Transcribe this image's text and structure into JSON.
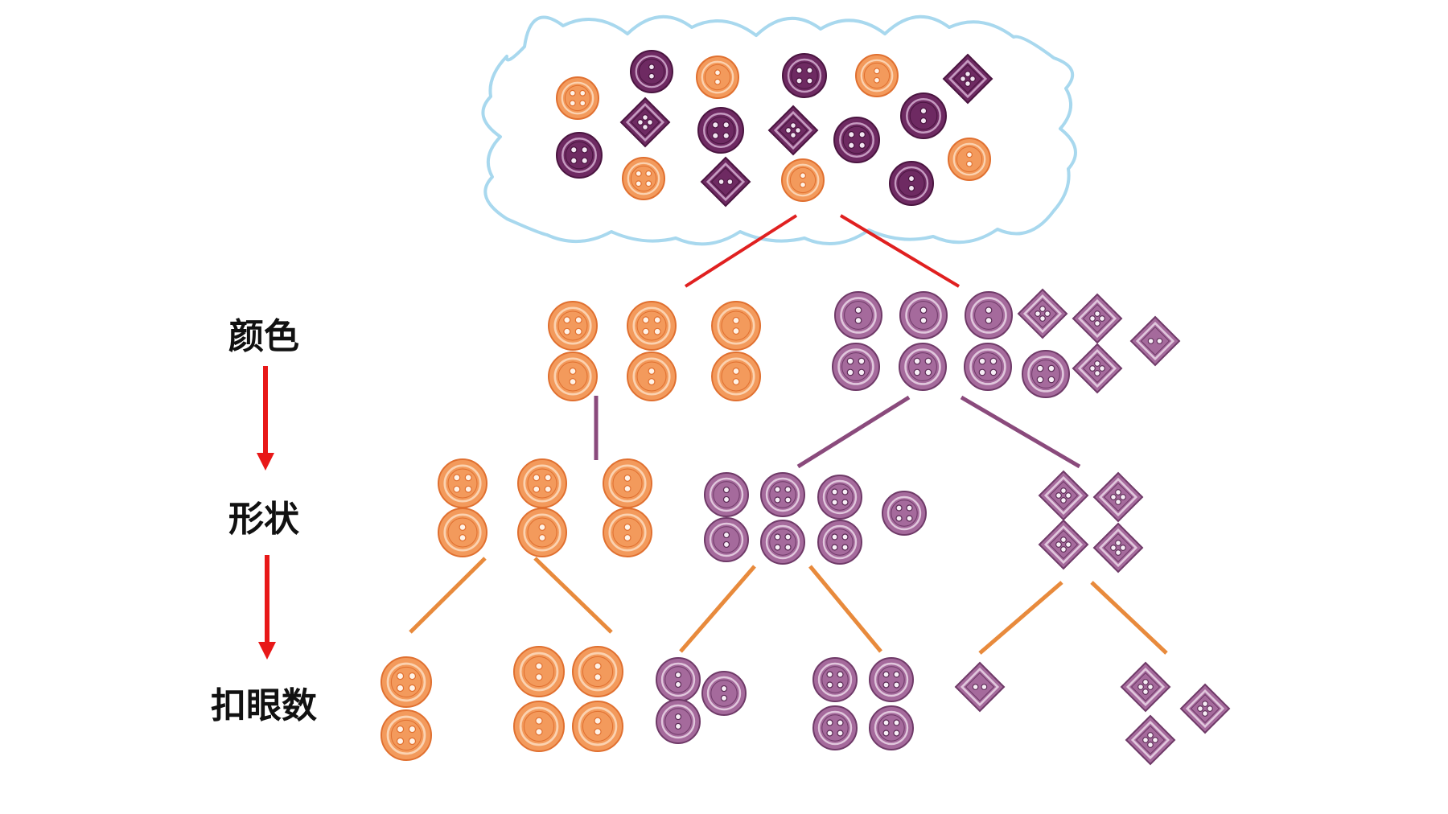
{
  "labels": {
    "color": "颜色",
    "shape": "形状",
    "holes": "扣眼数"
  },
  "colors": {
    "orange_fill": "#f39a5c",
    "orange_stroke": "#e07030",
    "orange_light": "#fbd2b0",
    "purple_dark_fill": "#6e2a62",
    "purple_dark_stroke": "#4a1540",
    "purple_light_fill": "#a56a9c",
    "purple_light_stroke": "#6f3a68",
    "red_line": "#e02020",
    "purple_line": "#8a4a7c",
    "orange_line": "#e88a3c",
    "arrow": "#e81818",
    "cloud_stroke": "#a8d8ee"
  }
}
